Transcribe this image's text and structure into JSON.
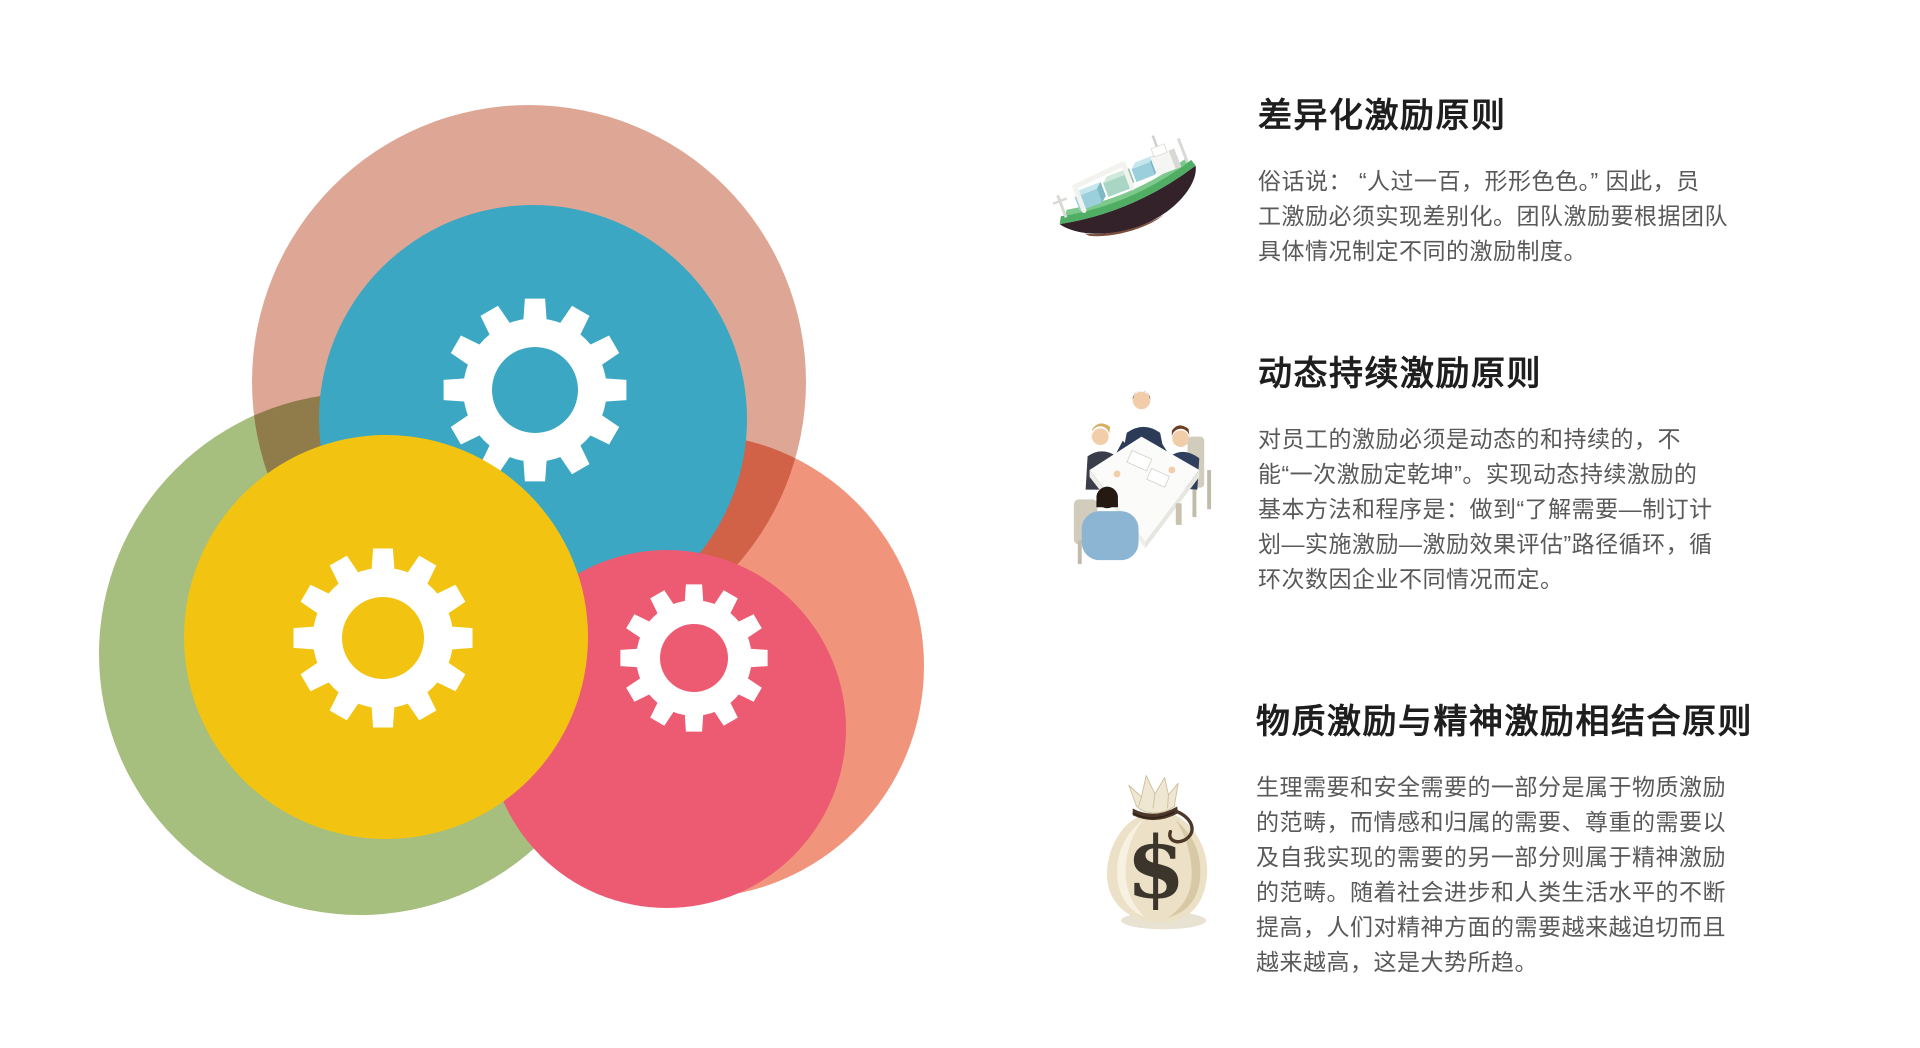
{
  "page": {
    "background": "#ffffff"
  },
  "diagram": {
    "colors": {
      "salmon_bg": "#dea795",
      "green_bg": "#a6be7e",
      "orange_bg": "#f0957b",
      "teal": "#3ca7c2",
      "pink": "#ed5b73",
      "yellow": "#f2c411",
      "gear": "#ffffff"
    }
  },
  "text_colors": {
    "heading": "#1e1e1e",
    "body": "#595959"
  },
  "sections": [
    {
      "icon": "cargo-ship-icon",
      "heading": "差异化激励原则",
      "body": "俗话说： “人过一百，形形色色。” 因此，员\n工激励必须实现差别化。团队激励要根据团队\n具体情况制定不同的激励制度。"
    },
    {
      "icon": "team-meeting-icon",
      "heading": "动态持续激励原则",
      "body": "对员工的激励必须是动态的和持续的，不\n能“一次激励定乾坤”。实现动态持续激励的\n基本方法和程序是：做到“了解需要—制订计\n划—实施激励—激励效果评估”路径循环，循\n环次数因企业不同情况而定。"
    },
    {
      "icon": "money-bag-icon",
      "heading": "物质激励与精神激励相结合原则",
      "body": "生理需要和安全需要的一部分是属于物质激励\n的范畴，而情感和归属的需要、尊重的需要以\n及自我实现的需要的另一部分则属于精神激励\n的范畴。随着社会进步和人类生活水平的不断\n提高，人们对精神方面的需要越来越迫切而且\n越来越高，这是大势所趋。"
    }
  ],
  "money_bag": {
    "currency_symbol": "$"
  }
}
